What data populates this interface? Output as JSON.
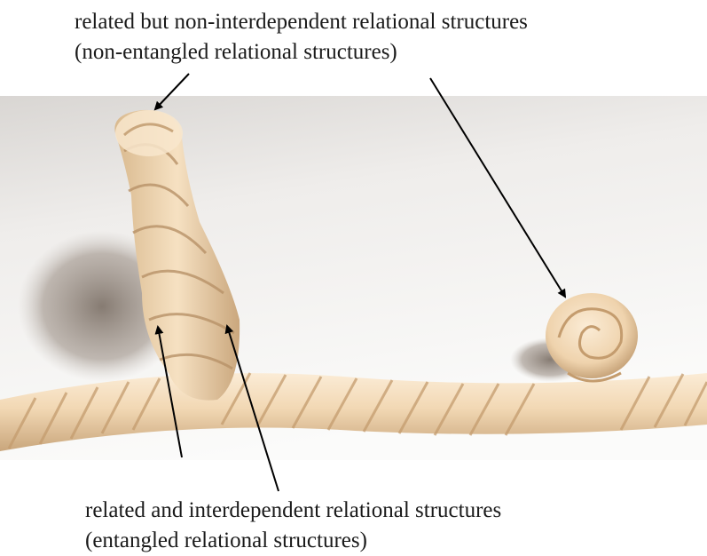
{
  "annotations": {
    "top": {
      "line1": "related but non-interdependent relational structures",
      "line2": "(non-entangled relational structures)"
    },
    "bottom": {
      "line1": "related and interdependent relational structures",
      "line2": "(entangled relational structures)"
    }
  },
  "photo": {
    "subject": "clay-rope-model",
    "colors": {
      "clay": "#f2d8b4",
      "clay_shadow": "#c9a67c",
      "clay_highlight": "#fbecd6",
      "background": "#eceae8",
      "cast_shadow": "#8a7f76"
    }
  },
  "icons": [
    "arrow-icon"
  ]
}
